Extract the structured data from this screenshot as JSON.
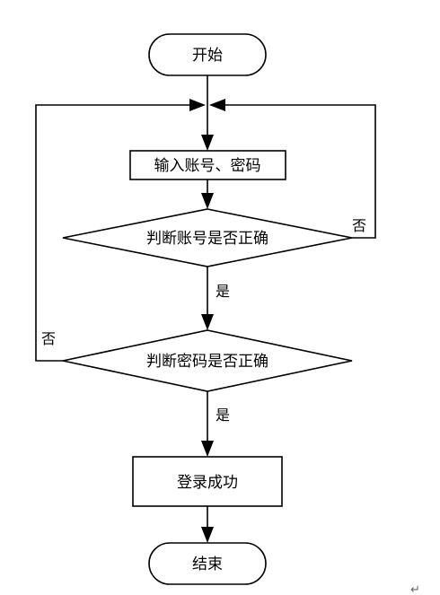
{
  "nodes": {
    "start": "开始",
    "input": "输入账号、密码",
    "check_account": "判断账号是否正确",
    "check_password": "判断密码是否正确",
    "success": "登录成功",
    "end": "结束"
  },
  "edges": {
    "account_yes": "是",
    "account_no": "否",
    "password_yes": "是",
    "password_no": "否"
  },
  "para_mark": "↵"
}
